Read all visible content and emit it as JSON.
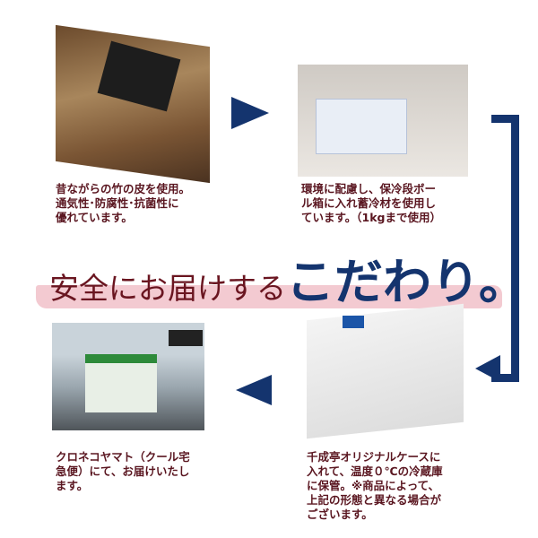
{
  "title": {
    "part1": "安全にお届けする",
    "part2": "こだわり。"
  },
  "steps": [
    {
      "text": "昔ながらの竹の皮を使用。\n通気性･防腐性･抗菌性に\n優れています。"
    },
    {
      "text": "環境に配慮し、保冷段ボー\nル箱に入れ蓄冷材を使用し\nています。（1kgまで使用）"
    },
    {
      "text": "千成亭オリジナルケースに\n入れて、温度０℃の冷蔵庫\nに保管。※商品によって、\n上記の形態と異なる場合が\nございます。"
    },
    {
      "text": "クロネコヤマト（クール宅\n急便）にて、お届けいたし\nます。"
    }
  ],
  "colors": {
    "navy": "#14346e",
    "maroon": "#5a1620",
    "pink": "#f2c4cc"
  }
}
